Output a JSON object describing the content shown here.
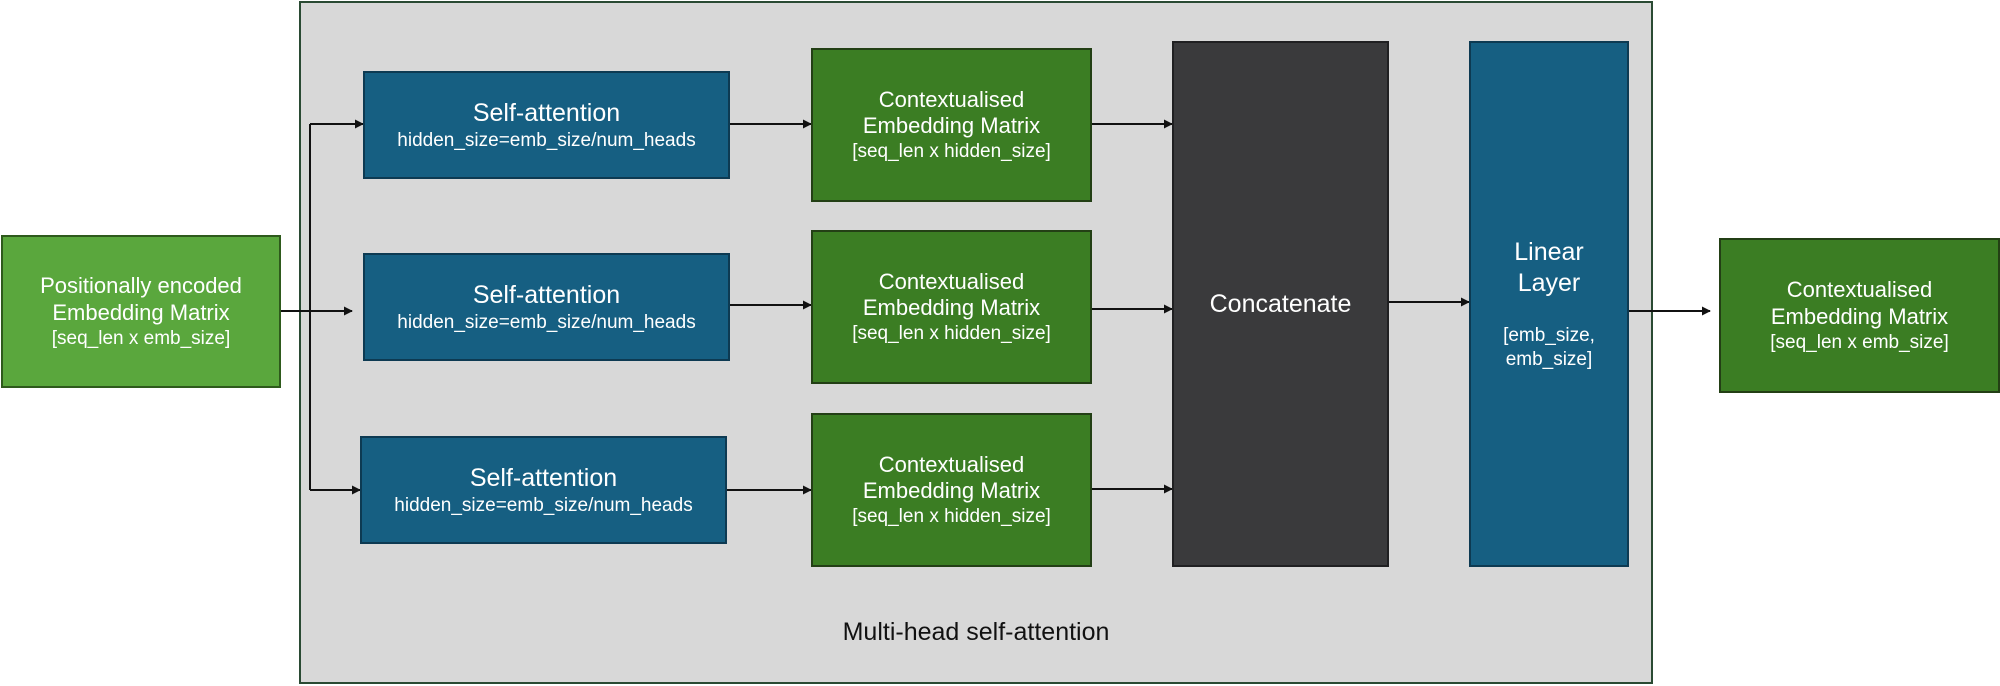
{
  "input": {
    "line1": "Positionally encoded",
    "line2": "Embedding Matrix",
    "line3": "[seq_len x emb_size]"
  },
  "heads": [
    {
      "title": "Self-attention",
      "subtitle": "hidden_size=emb_size/num_heads",
      "out_line1": "Contextualised",
      "out_line2": "Embedding Matrix",
      "out_line3": "[seq_len x hidden_size]"
    },
    {
      "title": "Self-attention",
      "subtitle": "hidden_size=emb_size/num_heads",
      "out_line1": "Contextualised",
      "out_line2": "Embedding Matrix",
      "out_line3": "[seq_len x hidden_size]"
    },
    {
      "title": "Self-attention",
      "subtitle": "hidden_size=emb_size/num_heads",
      "out_line1": "Contextualised",
      "out_line2": "Embedding Matrix",
      "out_line3": "[seq_len x hidden_size]"
    }
  ],
  "concat": {
    "label": "Concatenate"
  },
  "linear": {
    "line1": "Linear",
    "line2": "Layer",
    "line3": "[emb_size,",
    "line4": "emb_size]"
  },
  "output": {
    "line1": "Contextualised",
    "line2": "Embedding Matrix",
    "line3": "[seq_len x emb_size]"
  },
  "caption": "Multi-head self-attention",
  "colors": {
    "attention_blue": "#165f82",
    "matrix_green": "#3b7d23",
    "input_green": "#5aa73d",
    "concat_dark": "#3a3a3c",
    "panel_grey": "#d8d8d8"
  }
}
